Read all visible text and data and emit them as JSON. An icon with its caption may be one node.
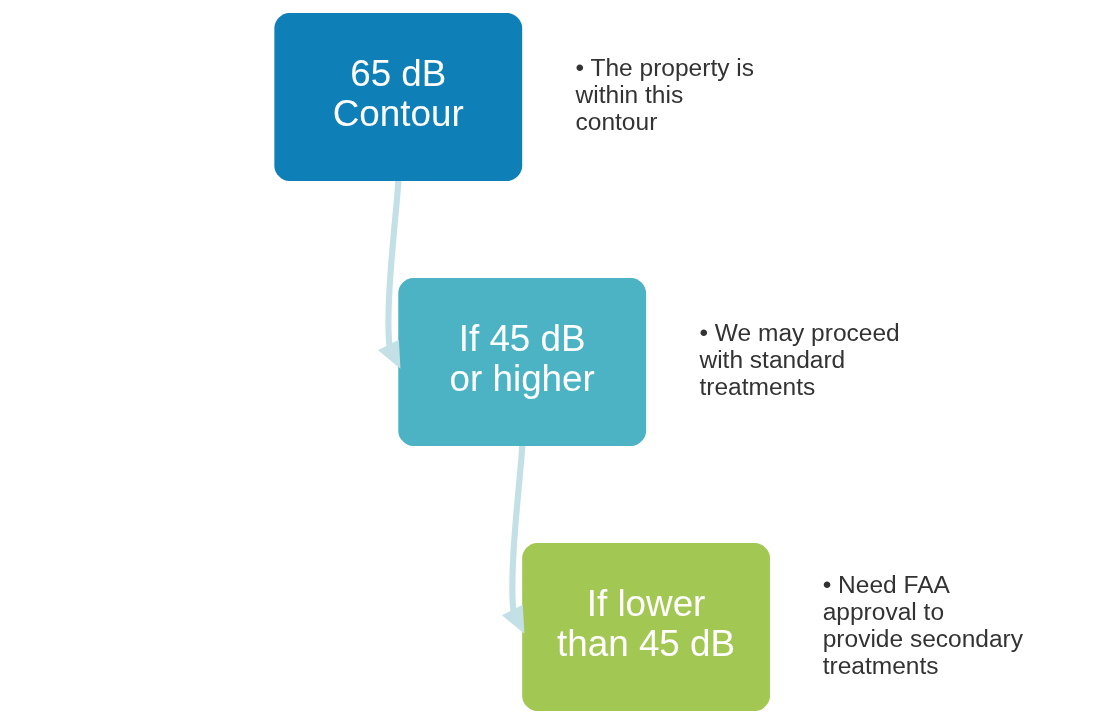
{
  "diagram": {
    "nodes": [
      {
        "text": [
          "65 dB Contour"
        ],
        "beside": [
          "• The property is within this contour"
        ]
      },
      {
        "text": [
          "If 45 dB or higher"
        ],
        "beside": [
          "• We may proceed with standard treatments"
        ]
      },
      {
        "text": [
          "If lower than 45 dB"
        ],
        "beside": [
          "• Need FAA approval to provide secondary treatments"
        ]
      }
    ],
    "edges": [
      {
        "from": 0,
        "to": 1,
        "arrow": "to"
      },
      {
        "from": 1,
        "to": 2,
        "arrow": "to"
      }
    ]
  }
}
